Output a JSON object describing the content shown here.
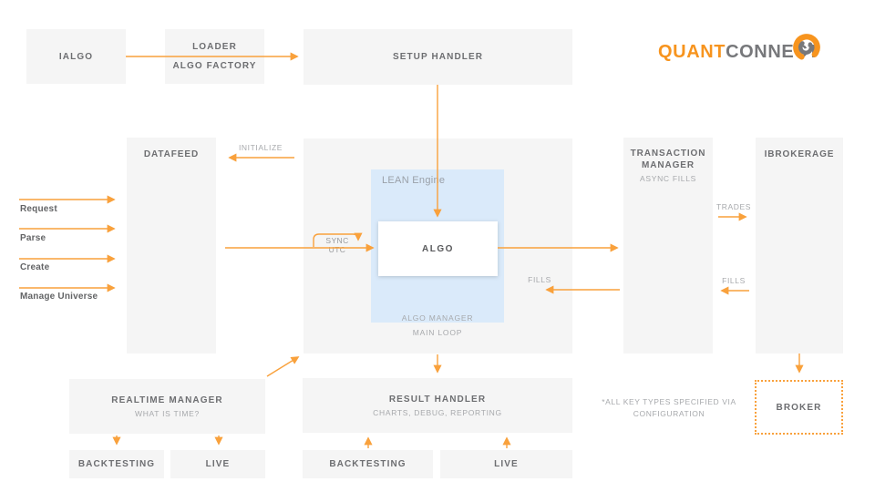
{
  "colors": {
    "accent-orange": "#F9A13C",
    "logo-orange": "#F7941E",
    "logo-gray": "#77787B",
    "box-gray": "#F5F5F5",
    "lean-blue": "#DAEAFA",
    "title-gray": "#6D6E71",
    "muted-gray": "#A7A9AC"
  },
  "logo": {
    "quant": "QUANT",
    "connect": "CONNECT"
  },
  "boxes": {
    "ialgo": {
      "title": "IALGO"
    },
    "loader": {
      "line1": "LOADER",
      "line2": "ALGO FACTORY"
    },
    "setup_handler": {
      "title": "SETUP HANDLER"
    },
    "datafeed": {
      "title": "DATAFEED"
    },
    "lean_engine": {
      "title": "LEAN Engine",
      "algo": "ALGO",
      "algo_manager": "ALGO MANAGER",
      "main_loop": "MAIN LOOP"
    },
    "transaction_manager": {
      "title": "TRANSACTION MANAGER",
      "subtitle": "ASYNC FILLS"
    },
    "ibrokerage": {
      "title": "IBROKERAGE"
    },
    "realtime_manager": {
      "title": "REALTIME MANAGER",
      "subtitle": "WHAT IS TIME?"
    },
    "result_handler": {
      "title": "RESULT HANDLER",
      "subtitle": "CHARTS, DEBUG, REPORTING"
    },
    "backtesting_left": {
      "title": "BACKTESTING"
    },
    "live_left": {
      "title": "LIVE"
    },
    "backtesting_center": {
      "title": "BACKTESTING"
    },
    "live_center": {
      "title": "LIVE"
    },
    "broker": {
      "title": "BROKER"
    }
  },
  "arrow_labels": {
    "initialize": "INITIALIZE",
    "sync_utc": "SYNC UTC",
    "fills_algo": "FILLS",
    "trades": "TRADES",
    "fills_broker": "FILLS"
  },
  "datafeed_inputs": [
    {
      "label": "Request"
    },
    {
      "label": "Parse"
    },
    {
      "label": "Create"
    },
    {
      "label": "Manage Universe"
    }
  ],
  "note": {
    "line1": "*ALL KEY TYPES SPECIFIED VIA",
    "line2": "CONFIGURATION"
  }
}
